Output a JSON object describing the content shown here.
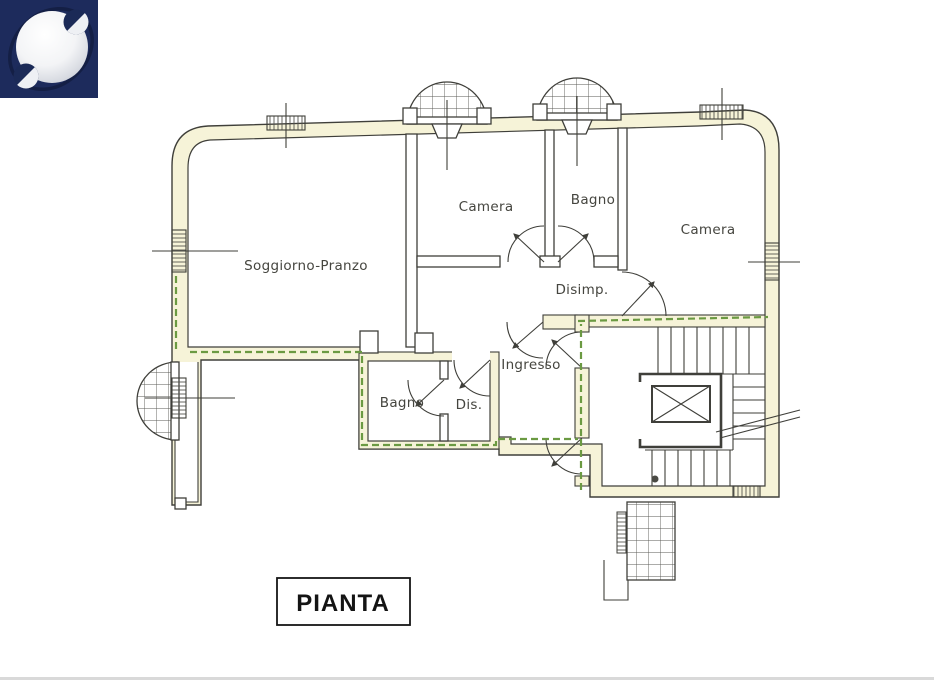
{
  "logo": {
    "name": "sphere-orbit-logo",
    "bg_color": "#1d2b5c",
    "sphere_color": "#f2f3f6"
  },
  "floorplan": {
    "type": "apartment-plan-scan",
    "rooms": [
      {
        "id": "soggiorno-pranzo",
        "label": "Soggiorno-Pranzo"
      },
      {
        "id": "camera-top",
        "label": "Camera"
      },
      {
        "id": "bagno-top",
        "label": "Bagno"
      },
      {
        "id": "camera-right",
        "label": "Camera"
      },
      {
        "id": "disimpegno",
        "label": "Disimp."
      },
      {
        "id": "ingresso",
        "label": "Ingresso"
      },
      {
        "id": "bagno-bottom",
        "label": "Bagno"
      },
      {
        "id": "dis",
        "label": "Dis."
      }
    ],
    "features": [
      "bay-window",
      "bay-window",
      "left-balcony",
      "staircase",
      "elevator",
      "bottom-balcony"
    ],
    "colors": {
      "wall_fill": "#f6f3d8",
      "line": "#3f3f3a",
      "boundary_dash_green": "#6b9a42",
      "paper": "#ffffff"
    }
  },
  "caption": {
    "label": "PIANTA"
  }
}
